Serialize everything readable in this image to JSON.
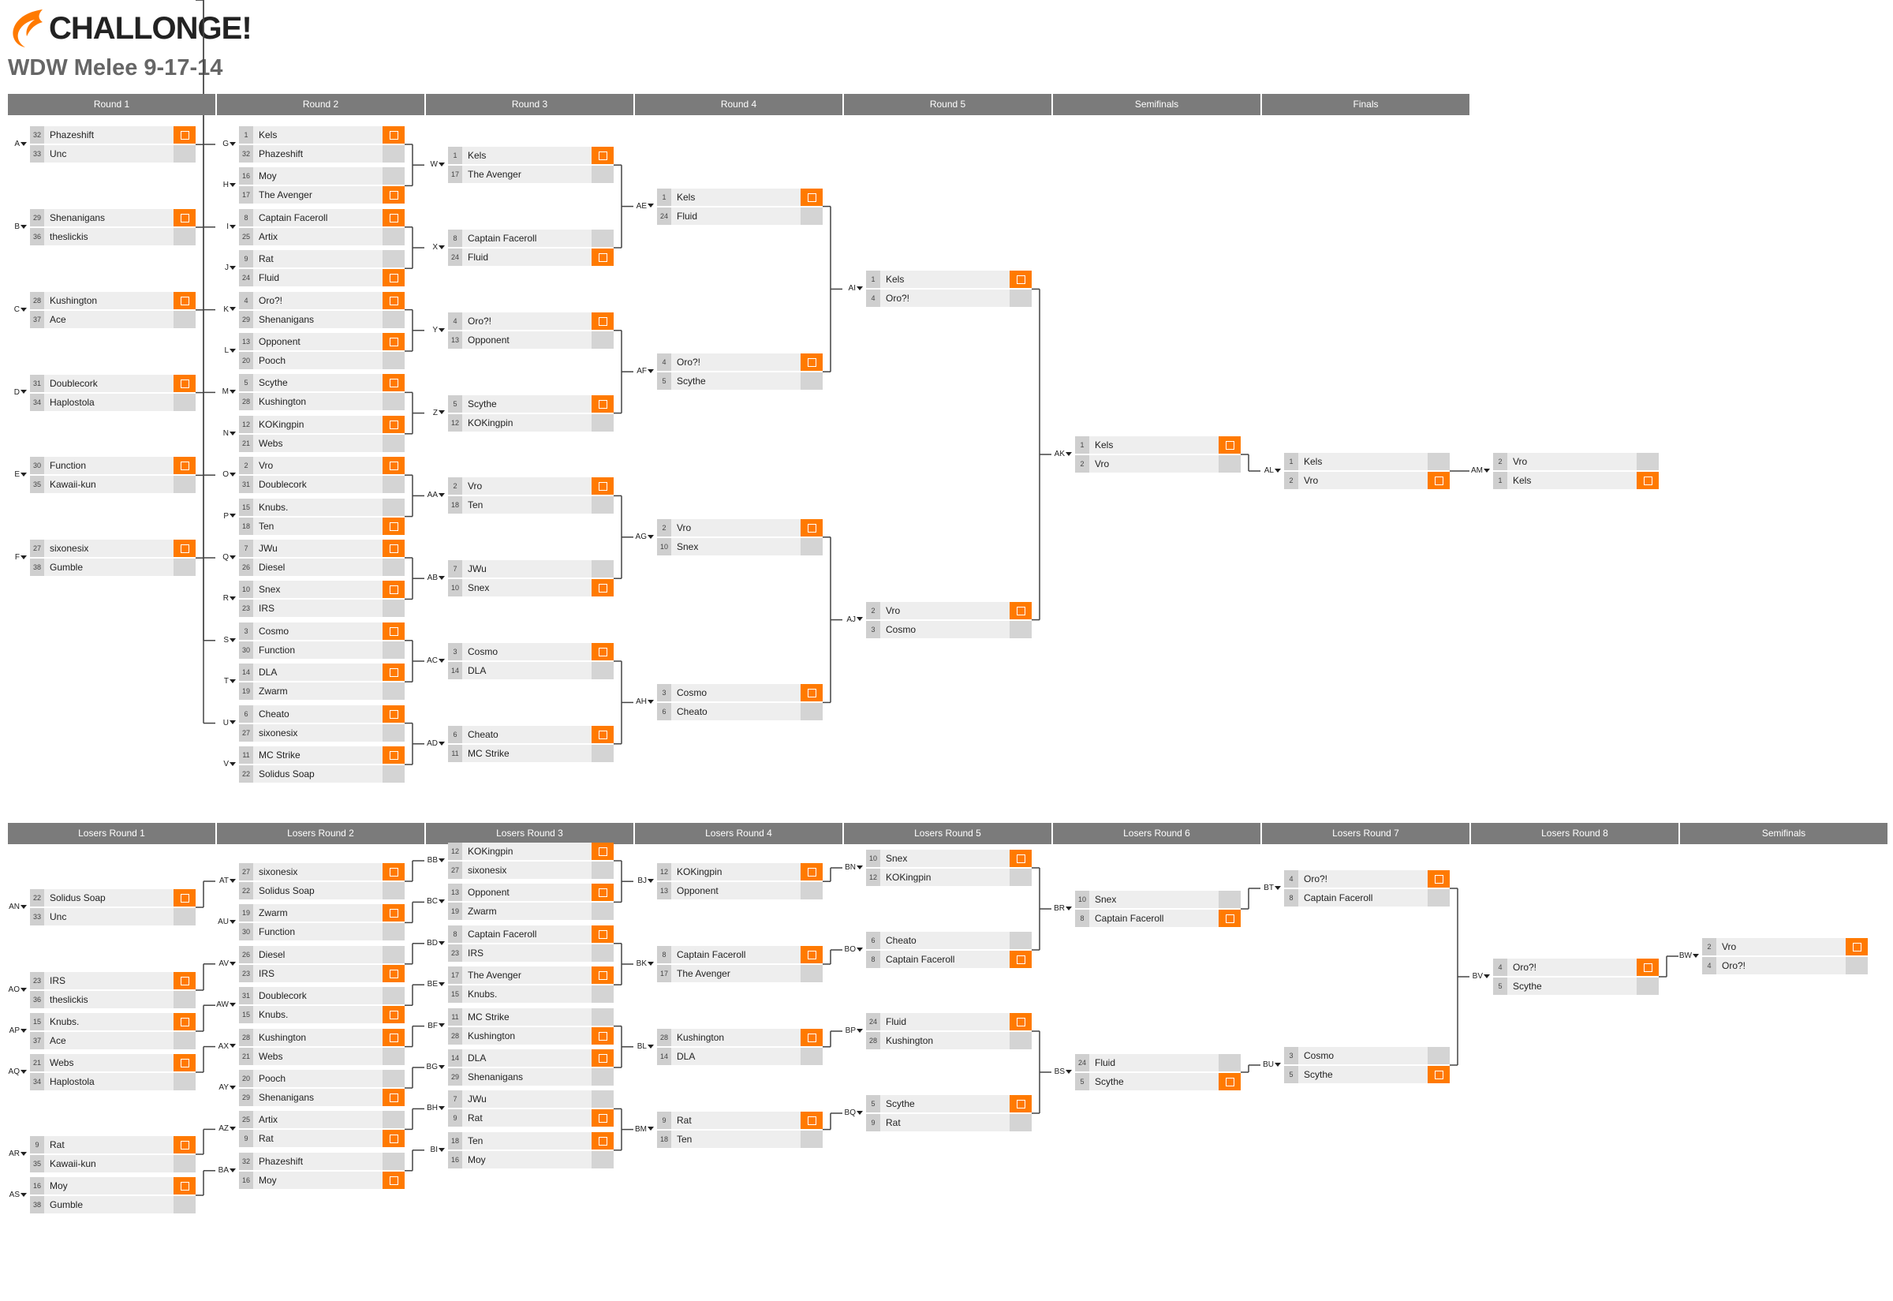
{
  "brand": {
    "name": "CHALLONGE!",
    "accent": "#ff7a00"
  },
  "tournament": {
    "title": "WDW Melee 9-17-14"
  },
  "winners_rounds": [
    "Round 1",
    "Round 2",
    "Round 3",
    "Round 4",
    "Round 5",
    "Semifinals",
    "Finals"
  ],
  "losers_rounds": [
    "Losers Round 1",
    "Losers Round 2",
    "Losers Round 3",
    "Losers Round 4",
    "Losers Round 5",
    "Losers Round 6",
    "Losers Round 7",
    "Losers Round 8",
    "Semifinals"
  ],
  "winners_bracket": [
    [
      {
        "label": "A",
        "p1": {
          "seed": "32",
          "name": "Phazeshift"
        },
        "p2": {
          "seed": "33",
          "name": "Unc"
        },
        "winner": 1
      },
      {
        "label": "B",
        "p1": {
          "seed": "29",
          "name": "Shenanigans"
        },
        "p2": {
          "seed": "36",
          "name": "theslickis"
        },
        "winner": 1
      },
      {
        "label": "C",
        "p1": {
          "seed": "28",
          "name": "Kushington"
        },
        "p2": {
          "seed": "37",
          "name": "Ace"
        },
        "winner": 1
      },
      {
        "label": "D",
        "p1": {
          "seed": "31",
          "name": "Doublecork"
        },
        "p2": {
          "seed": "34",
          "name": "Haplostola"
        },
        "winner": 1
      },
      {
        "label": "E",
        "p1": {
          "seed": "30",
          "name": "Function"
        },
        "p2": {
          "seed": "35",
          "name": "Kawaii-kun"
        },
        "winner": 1
      },
      {
        "label": "F",
        "p1": {
          "seed": "27",
          "name": "sixonesix"
        },
        "p2": {
          "seed": "38",
          "name": "Gumble"
        },
        "winner": 1
      }
    ],
    [
      {
        "label": "G",
        "p1": {
          "seed": "1",
          "name": "Kels"
        },
        "p2": {
          "seed": "32",
          "name": "Phazeshift"
        },
        "winner": 1
      },
      {
        "label": "H",
        "p1": {
          "seed": "16",
          "name": "Moy"
        },
        "p2": {
          "seed": "17",
          "name": "The Avenger"
        },
        "winner": 2
      },
      {
        "label": "I",
        "p1": {
          "seed": "8",
          "name": "Captain Faceroll"
        },
        "p2": {
          "seed": "25",
          "name": "Artix"
        },
        "winner": 1
      },
      {
        "label": "J",
        "p1": {
          "seed": "9",
          "name": "Rat"
        },
        "p2": {
          "seed": "24",
          "name": "Fluid"
        },
        "winner": 2
      },
      {
        "label": "K",
        "p1": {
          "seed": "4",
          "name": "Oro?!"
        },
        "p2": {
          "seed": "29",
          "name": "Shenanigans"
        },
        "winner": 1
      },
      {
        "label": "L",
        "p1": {
          "seed": "13",
          "name": "Opponent"
        },
        "p2": {
          "seed": "20",
          "name": "Pooch"
        },
        "winner": 1
      },
      {
        "label": "M",
        "p1": {
          "seed": "5",
          "name": "Scythe"
        },
        "p2": {
          "seed": "28",
          "name": "Kushington"
        },
        "winner": 1
      },
      {
        "label": "N",
        "p1": {
          "seed": "12",
          "name": "KOKingpin"
        },
        "p2": {
          "seed": "21",
          "name": "Webs"
        },
        "winner": 1
      },
      {
        "label": "O",
        "p1": {
          "seed": "2",
          "name": "Vro"
        },
        "p2": {
          "seed": "31",
          "name": "Doublecork"
        },
        "winner": 1
      },
      {
        "label": "P",
        "p1": {
          "seed": "15",
          "name": "Knubs."
        },
        "p2": {
          "seed": "18",
          "name": "Ten"
        },
        "winner": 2
      },
      {
        "label": "Q",
        "p1": {
          "seed": "7",
          "name": "JWu"
        },
        "p2": {
          "seed": "26",
          "name": "Diesel"
        },
        "winner": 1
      },
      {
        "label": "R",
        "p1": {
          "seed": "10",
          "name": "Snex"
        },
        "p2": {
          "seed": "23",
          "name": "IRS"
        },
        "winner": 1
      },
      {
        "label": "S",
        "p1": {
          "seed": "3",
          "name": "Cosmo"
        },
        "p2": {
          "seed": "30",
          "name": "Function"
        },
        "winner": 1
      },
      {
        "label": "T",
        "p1": {
          "seed": "14",
          "name": "DLA"
        },
        "p2": {
          "seed": "19",
          "name": "Zwarm"
        },
        "winner": 1
      },
      {
        "label": "U",
        "p1": {
          "seed": "6",
          "name": "Cheato"
        },
        "p2": {
          "seed": "27",
          "name": "sixonesix"
        },
        "winner": 1
      },
      {
        "label": "V",
        "p1": {
          "seed": "11",
          "name": "MC Strike"
        },
        "p2": {
          "seed": "22",
          "name": "Solidus Soap"
        },
        "winner": 1
      }
    ],
    [
      {
        "label": "W",
        "p1": {
          "seed": "1",
          "name": "Kels"
        },
        "p2": {
          "seed": "17",
          "name": "The Avenger"
        },
        "winner": 1
      },
      {
        "label": "X",
        "p1": {
          "seed": "8",
          "name": "Captain Faceroll"
        },
        "p2": {
          "seed": "24",
          "name": "Fluid"
        },
        "winner": 2
      },
      {
        "label": "Y",
        "p1": {
          "seed": "4",
          "name": "Oro?!"
        },
        "p2": {
          "seed": "13",
          "name": "Opponent"
        },
        "winner": 1
      },
      {
        "label": "Z",
        "p1": {
          "seed": "5",
          "name": "Scythe"
        },
        "p2": {
          "seed": "12",
          "name": "KOKingpin"
        },
        "winner": 1
      },
      {
        "label": "AA",
        "p1": {
          "seed": "2",
          "name": "Vro"
        },
        "p2": {
          "seed": "18",
          "name": "Ten"
        },
        "winner": 1
      },
      {
        "label": "AB",
        "p1": {
          "seed": "7",
          "name": "JWu"
        },
        "p2": {
          "seed": "10",
          "name": "Snex"
        },
        "winner": 2
      },
      {
        "label": "AC",
        "p1": {
          "seed": "3",
          "name": "Cosmo"
        },
        "p2": {
          "seed": "14",
          "name": "DLA"
        },
        "winner": 1
      },
      {
        "label": "AD",
        "p1": {
          "seed": "6",
          "name": "Cheato"
        },
        "p2": {
          "seed": "11",
          "name": "MC Strike"
        },
        "winner": 1
      }
    ],
    [
      {
        "label": "AE",
        "p1": {
          "seed": "1",
          "name": "Kels"
        },
        "p2": {
          "seed": "24",
          "name": "Fluid"
        },
        "winner": 1
      },
      {
        "label": "AF",
        "p1": {
          "seed": "4",
          "name": "Oro?!"
        },
        "p2": {
          "seed": "5",
          "name": "Scythe"
        },
        "winner": 1
      },
      {
        "label": "AG",
        "p1": {
          "seed": "2",
          "name": "Vro"
        },
        "p2": {
          "seed": "10",
          "name": "Snex"
        },
        "winner": 1
      },
      {
        "label": "AH",
        "p1": {
          "seed": "3",
          "name": "Cosmo"
        },
        "p2": {
          "seed": "6",
          "name": "Cheato"
        },
        "winner": 1
      }
    ],
    [
      {
        "label": "AI",
        "p1": {
          "seed": "1",
          "name": "Kels"
        },
        "p2": {
          "seed": "4",
          "name": "Oro?!"
        },
        "winner": 1
      },
      {
        "label": "AJ",
        "p1": {
          "seed": "2",
          "name": "Vro"
        },
        "p2": {
          "seed": "3",
          "name": "Cosmo"
        },
        "winner": 1
      }
    ],
    [
      {
        "label": "AK",
        "p1": {
          "seed": "1",
          "name": "Kels"
        },
        "p2": {
          "seed": "2",
          "name": "Vro"
        },
        "winner": 1
      }
    ],
    [
      {
        "label": "AL",
        "p1": {
          "seed": "1",
          "name": "Kels"
        },
        "p2": {
          "seed": "2",
          "name": "Vro"
        },
        "winner": 2
      },
      {
        "label": "AM",
        "p1": {
          "seed": "2",
          "name": "Vro"
        },
        "p2": {
          "seed": "1",
          "name": "Kels"
        },
        "winner": 2
      }
    ]
  ],
  "losers_bracket": [
    [
      {
        "label": "AN",
        "p1": {
          "seed": "22",
          "name": "Solidus Soap"
        },
        "p2": {
          "seed": "33",
          "name": "Unc"
        },
        "winner": 1
      },
      {
        "label": "AO",
        "p1": {
          "seed": "23",
          "name": "IRS"
        },
        "p2": {
          "seed": "36",
          "name": "theslickis"
        },
        "winner": 1
      },
      {
        "label": "AP",
        "p1": {
          "seed": "15",
          "name": "Knubs."
        },
        "p2": {
          "seed": "37",
          "name": "Ace"
        },
        "winner": 1
      },
      {
        "label": "AQ",
        "p1": {
          "seed": "21",
          "name": "Webs"
        },
        "p2": {
          "seed": "34",
          "name": "Haplostola"
        },
        "winner": 1
      },
      {
        "label": "AR",
        "p1": {
          "seed": "9",
          "name": "Rat"
        },
        "p2": {
          "seed": "35",
          "name": "Kawaii-kun"
        },
        "winner": 1
      },
      {
        "label": "AS",
        "p1": {
          "seed": "16",
          "name": "Moy"
        },
        "p2": {
          "seed": "38",
          "name": "Gumble"
        },
        "winner": 1
      }
    ],
    [
      {
        "label": "AT",
        "p1": {
          "seed": "27",
          "name": "sixonesix"
        },
        "p2": {
          "seed": "22",
          "name": "Solidus Soap"
        },
        "winner": 1
      },
      {
        "label": "AU",
        "p1": {
          "seed": "19",
          "name": "Zwarm"
        },
        "p2": {
          "seed": "30",
          "name": "Function"
        },
        "winner": 1
      },
      {
        "label": "AV",
        "p1": {
          "seed": "26",
          "name": "Diesel"
        },
        "p2": {
          "seed": "23",
          "name": "IRS"
        },
        "winner": 2
      },
      {
        "label": "AW",
        "p1": {
          "seed": "31",
          "name": "Doublecork"
        },
        "p2": {
          "seed": "15",
          "name": "Knubs."
        },
        "winner": 2
      },
      {
        "label": "AX",
        "p1": {
          "seed": "28",
          "name": "Kushington"
        },
        "p2": {
          "seed": "21",
          "name": "Webs"
        },
        "winner": 1
      },
      {
        "label": "AY",
        "p1": {
          "seed": "20",
          "name": "Pooch"
        },
        "p2": {
          "seed": "29",
          "name": "Shenanigans"
        },
        "winner": 2
      },
      {
        "label": "AZ",
        "p1": {
          "seed": "25",
          "name": "Artix"
        },
        "p2": {
          "seed": "9",
          "name": "Rat"
        },
        "winner": 2
      },
      {
        "label": "BA",
        "p1": {
          "seed": "32",
          "name": "Phazeshift"
        },
        "p2": {
          "seed": "16",
          "name": "Moy"
        },
        "winner": 2
      }
    ],
    [
      {
        "label": "BB",
        "p1": {
          "seed": "12",
          "name": "KOKingpin"
        },
        "p2": {
          "seed": "27",
          "name": "sixonesix"
        },
        "winner": 1
      },
      {
        "label": "BC",
        "p1": {
          "seed": "13",
          "name": "Opponent"
        },
        "p2": {
          "seed": "19",
          "name": "Zwarm"
        },
        "winner": 1
      },
      {
        "label": "BD",
        "p1": {
          "seed": "8",
          "name": "Captain Faceroll"
        },
        "p2": {
          "seed": "23",
          "name": "IRS"
        },
        "winner": 1
      },
      {
        "label": "BE",
        "p1": {
          "seed": "17",
          "name": "The Avenger"
        },
        "p2": {
          "seed": "15",
          "name": "Knubs."
        },
        "winner": 1
      },
      {
        "label": "BF",
        "p1": {
          "seed": "11",
          "name": "MC Strike"
        },
        "p2": {
          "seed": "28",
          "name": "Kushington"
        },
        "winner": 2
      },
      {
        "label": "BG",
        "p1": {
          "seed": "14",
          "name": "DLA"
        },
        "p2": {
          "seed": "29",
          "name": "Shenanigans"
        },
        "winner": 1
      },
      {
        "label": "BH",
        "p1": {
          "seed": "7",
          "name": "JWu"
        },
        "p2": {
          "seed": "9",
          "name": "Rat"
        },
        "winner": 2
      },
      {
        "label": "BI",
        "p1": {
          "seed": "18",
          "name": "Ten"
        },
        "p2": {
          "seed": "16",
          "name": "Moy"
        },
        "winner": 1
      }
    ],
    [
      {
        "label": "BJ",
        "p1": {
          "seed": "12",
          "name": "KOKingpin"
        },
        "p2": {
          "seed": "13",
          "name": "Opponent"
        },
        "winner": 1
      },
      {
        "label": "BK",
        "p1": {
          "seed": "8",
          "name": "Captain Faceroll"
        },
        "p2": {
          "seed": "17",
          "name": "The Avenger"
        },
        "winner": 1
      },
      {
        "label": "BL",
        "p1": {
          "seed": "28",
          "name": "Kushington"
        },
        "p2": {
          "seed": "14",
          "name": "DLA"
        },
        "winner": 1
      },
      {
        "label": "BM",
        "p1": {
          "seed": "9",
          "name": "Rat"
        },
        "p2": {
          "seed": "18",
          "name": "Ten"
        },
        "winner": 1
      }
    ],
    [
      {
        "label": "BN",
        "p1": {
          "seed": "10",
          "name": "Snex"
        },
        "p2": {
          "seed": "12",
          "name": "KOKingpin"
        },
        "winner": 1
      },
      {
        "label": "BO",
        "p1": {
          "seed": "6",
          "name": "Cheato"
        },
        "p2": {
          "seed": "8",
          "name": "Captain Faceroll"
        },
        "winner": 2
      },
      {
        "label": "BP",
        "p1": {
          "seed": "24",
          "name": "Fluid"
        },
        "p2": {
          "seed": "28",
          "name": "Kushington"
        },
        "winner": 1
      },
      {
        "label": "BQ",
        "p1": {
          "seed": "5",
          "name": "Scythe"
        },
        "p2": {
          "seed": "9",
          "name": "Rat"
        },
        "winner": 1
      }
    ],
    [
      {
        "label": "BR",
        "p1": {
          "seed": "10",
          "name": "Snex"
        },
        "p2": {
          "seed": "8",
          "name": "Captain Faceroll"
        },
        "winner": 2
      },
      {
        "label": "BS",
        "p1": {
          "seed": "24",
          "name": "Fluid"
        },
        "p2": {
          "seed": "5",
          "name": "Scythe"
        },
        "winner": 2
      }
    ],
    [
      {
        "label": "BT",
        "p1": {
          "seed": "4",
          "name": "Oro?!"
        },
        "p2": {
          "seed": "8",
          "name": "Captain Faceroll"
        },
        "winner": 1
      },
      {
        "label": "BU",
        "p1": {
          "seed": "3",
          "name": "Cosmo"
        },
        "p2": {
          "seed": "5",
          "name": "Scythe"
        },
        "winner": 2
      }
    ],
    [
      {
        "label": "BV",
        "p1": {
          "seed": "4",
          "name": "Oro?!"
        },
        "p2": {
          "seed": "5",
          "name": "Scythe"
        },
        "winner": 1
      }
    ],
    [
      {
        "label": "BW",
        "p1": {
          "seed": "2",
          "name": "Vro"
        },
        "p2": {
          "seed": "4",
          "name": "Oro?!"
        },
        "winner": 1
      }
    ]
  ]
}
